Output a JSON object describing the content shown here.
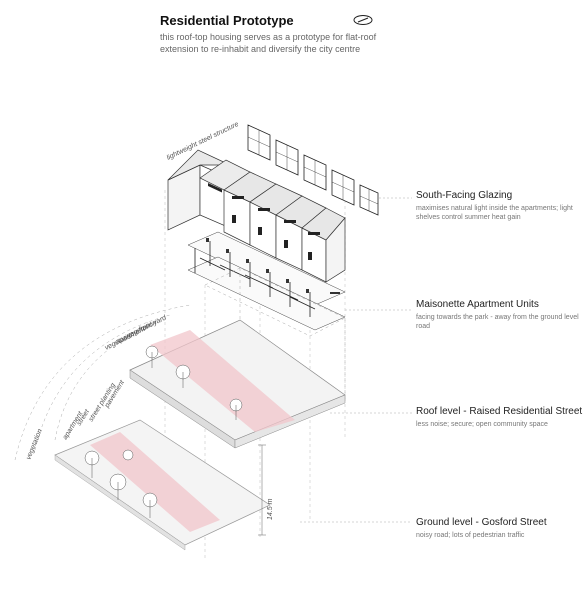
{
  "header": {
    "title": "Residential Prototype",
    "subtitle": "this roof-top housing serves as a prototype for flat-roof extension to re-inhabit and diversify the city centre"
  },
  "callouts": [
    {
      "title": "South-Facing Glazing",
      "description": "maximises natural light inside the apartments; light shelves control summer heat gain"
    },
    {
      "title": "Maisonette Apartment Units",
      "description": "facing towards the park - away from the ground level road"
    },
    {
      "title": "Roof level - Raised Residential Street",
      "description": "less noise; secure; open community space"
    },
    {
      "title": "Ground level - Gosford Street",
      "description": "noisy road; lots of pedestrian traffic"
    }
  ],
  "labels": {
    "steel": "lightweight steel structure",
    "roof_front": "front yard",
    "roof_veg": "vegetation",
    "roof_apt": "apartment",
    "roof_veg2": "vegetation",
    "g_pavement": "pavement",
    "g_street": "street",
    "g_planting": "street planting",
    "g_apartment": "apartment",
    "g_veg": "vegetation",
    "height": "14.5 m"
  },
  "colors": {
    "highlight": "#f2c6cb",
    "line": "#888888",
    "dark": "#222222"
  }
}
